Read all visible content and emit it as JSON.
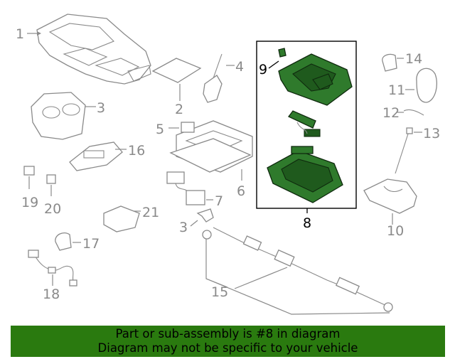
{
  "diagram": {
    "highlighted_part": "8",
    "callouts": [
      "1",
      "2",
      "3",
      "4",
      "5",
      "6",
      "7",
      "3",
      "8",
      "9",
      "10",
      "11",
      "12",
      "13",
      "14",
      "15",
      "16",
      "17",
      "18",
      "19",
      "20",
      "21"
    ],
    "colors": {
      "highlight": "#2f7a2c",
      "banner": "#2a7a0f",
      "lines": "#8a8a8a"
    }
  },
  "banner": {
    "line1": "Part or sub-assembly is #8 in diagram",
    "line2": "Diagram may not be specific to your vehicle"
  }
}
